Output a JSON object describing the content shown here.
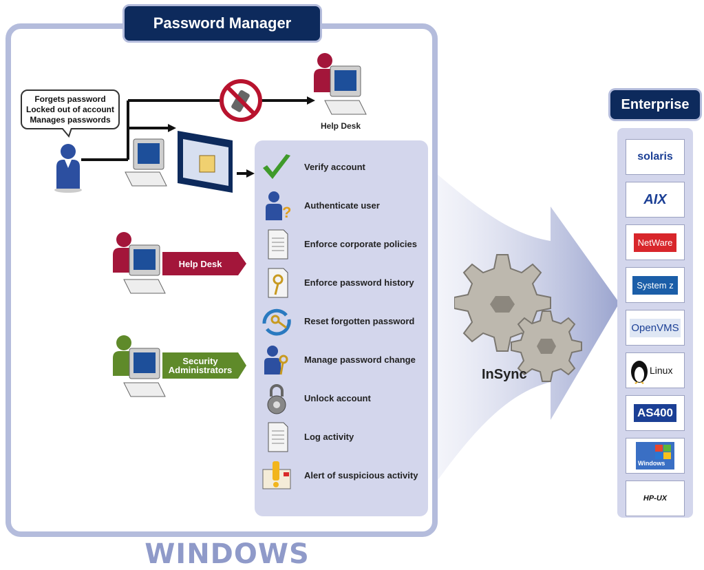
{
  "title": "Password Manager",
  "footer_label": "WINDOWS",
  "user_needs": [
    "Forgets password",
    "Locked out of account",
    "Manages passwords"
  ],
  "helpdesk_top_label": "Help Desk",
  "banners": {
    "help_desk": "Help Desk",
    "security_line1": "Security",
    "security_line2": "Administrators"
  },
  "tasks": [
    {
      "label": "Verify account",
      "icon": "checkmark-icon"
    },
    {
      "label": "Authenticate user",
      "icon": "user-question-icon"
    },
    {
      "label": "Enforce corporate policies",
      "icon": "document-icon"
    },
    {
      "label": "Enforce password history",
      "icon": "document-key-icon"
    },
    {
      "label": "Reset forgotten password",
      "icon": "key-reset-icon"
    },
    {
      "label": "Manage password change",
      "icon": "user-key-icon"
    },
    {
      "label": "Unlock account",
      "icon": "padlock-icon"
    },
    {
      "label": "Log activity",
      "icon": "log-document-icon"
    },
    {
      "label": "Alert of suspicious activity",
      "icon": "alert-icon"
    }
  ],
  "engine_label": "InSync",
  "enterprise": {
    "title": "Enterprise",
    "systems": [
      "solaris",
      "AIX",
      "NetWare",
      "System z",
      "OpenVMS",
      "Linux",
      "AS400",
      "Windows",
      "HP-UX"
    ]
  },
  "colors": {
    "navy": "#0d2a5c",
    "frame": "#b4bcdc",
    "panel": "#d3d6ec",
    "help_desk_red": "#a3163a",
    "security_green": "#5f8a2a",
    "user_blue": "#2c4fa0"
  }
}
